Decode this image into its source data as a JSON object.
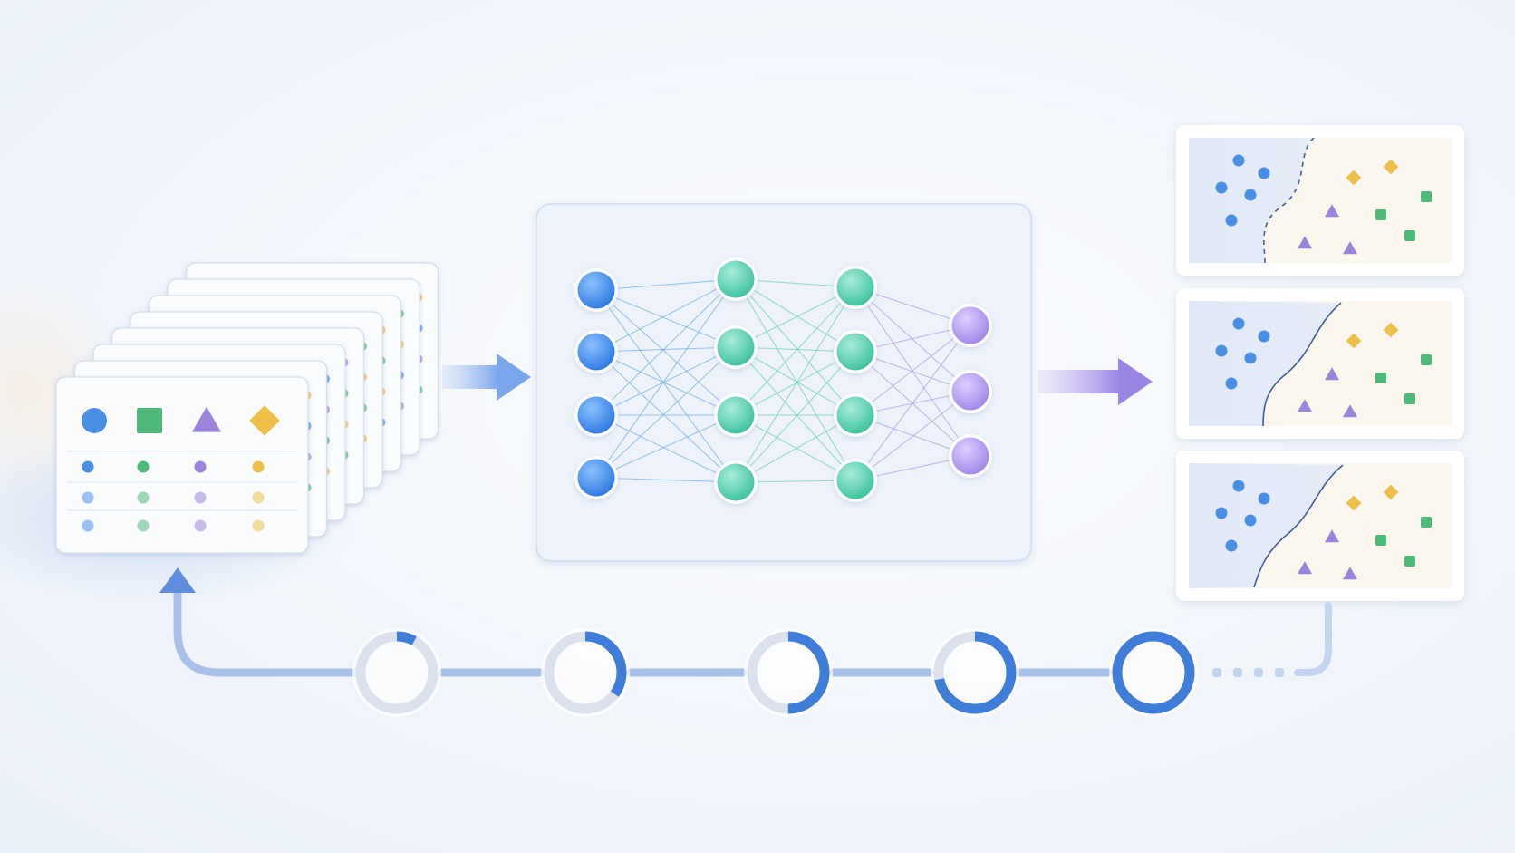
{
  "diagram": {
    "stages": [
      "input-dataset-stack",
      "neural-network",
      "decision-boundary-outputs"
    ],
    "dataset": {
      "stack_depth": 8,
      "header_shapes": [
        "circle",
        "square",
        "triangle",
        "diamond"
      ],
      "row_count": 3
    },
    "network": {
      "layers": [
        4,
        4,
        4,
        3
      ],
      "layer_roles": [
        "input",
        "hidden",
        "hidden",
        "output"
      ]
    },
    "outputs": {
      "panel_count": 3,
      "boundary_styles": [
        "dashed",
        "solid",
        "solid"
      ]
    },
    "training_loop": {
      "iterations": [
        {
          "progress": 0.08
        },
        {
          "progress": 0.35
        },
        {
          "progress": 0.5
        },
        {
          "progress": 0.72
        },
        {
          "progress": 1.0
        }
      ],
      "continues": true
    },
    "colors": {
      "blue": "#4a8fe6",
      "green": "#4dba7a",
      "purple": "#9a84dc",
      "yellow": "#eec04a",
      "teal_node": "#5ccfb2",
      "purple_node": "#b39cf0",
      "loop_line": "#a9c1ea",
      "ring_track": "#dbe2ee",
      "ring_fill": "#3f7ed8"
    }
  }
}
